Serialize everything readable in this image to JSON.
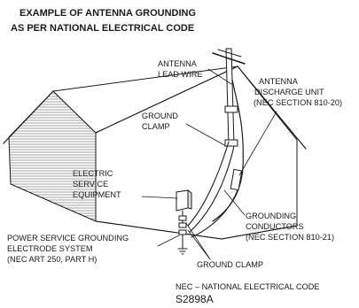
{
  "title": {
    "line1": "EXAMPLE OF ANTENNA GROUNDING",
    "line2": "AS PER NATIONAL ELECTRICAL CODE"
  },
  "labels": {
    "antenna_lead_wire": [
      "ANTENNA",
      "LEAD WIRE"
    ],
    "discharge_unit": [
      "ANTENNA",
      "DISCHARGE UNIT",
      "(NEC SECTION 810-20)"
    ],
    "ground_clamp_top": [
      "GROUND",
      "CLAMP"
    ],
    "electric_service": [
      "ELECTRIC",
      "SERVICE",
      "EQUIPMENT"
    ],
    "grounding_conductors": [
      "GROUNDING",
      "CONDUCTORS",
      "(NEC SECTION 810-21)"
    ],
    "power_service": [
      "POWER SERVICE GROUNDING",
      "ELECTRODE SYSTEM",
      "(NEC ART 250, PART H)"
    ],
    "ground_clamp_bottom": [
      "GROUND CLAMP"
    ],
    "nec_note": "NEC – NATIONAL ELECTRICAL CODE",
    "code": "S2898A"
  }
}
